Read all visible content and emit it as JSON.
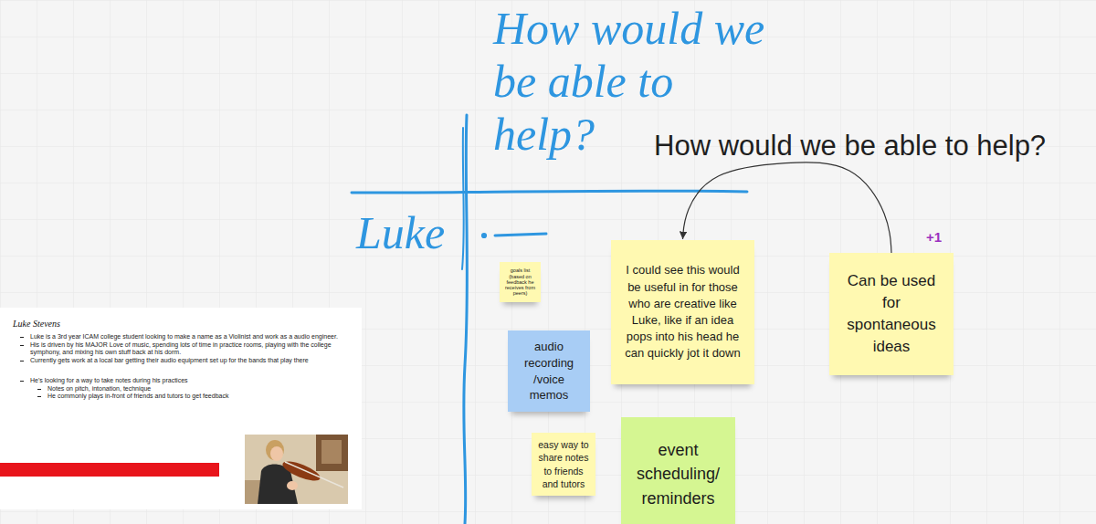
{
  "diagram": {
    "nodes": [
      {
        "text": [
          "Luke Stevens",
          "Luke is a 3rd year ICAM college student looking to make a name as a Violinist and work as a audio engineer.",
          "His is driven by his MAJOR Love of music, spending lots of time in practice rooms, playing with the college symphony, and mixing his own stuff back at his dorm.",
          "Currently gets work at a local bar getting their audio equipment set up for the bands that play there",
          "He's looking for a way to take notes during his practices",
          "Notes on pitch, intonation, technique",
          "He commonly plays in-front of friends and tutors to get feedback"
        ]
      },
      {
        "text": [
          "goals list (based on feedback he receives from peers)"
        ]
      },
      {
        "text": [
          "audio recording /voice memos"
        ]
      },
      {
        "text": [
          "I could see this would be useful in for those who are creative like Luke, like if an idea pops into his head he can quickly jot it down"
        ]
      },
      {
        "text": [
          "Can be used for spontaneous ideas"
        ]
      },
      {
        "text": [
          "easy way to share notes to friends and tutors"
        ]
      },
      {
        "text": [
          "event scheduling/ reminders"
        ]
      }
    ],
    "edges": [
      {
        "from": 4,
        "to": 3,
        "arrow": "to"
      }
    ],
    "labels": [
      "How would we be able to help?",
      "How would we be able to help?",
      "Luke",
      "+1"
    ]
  }
}
